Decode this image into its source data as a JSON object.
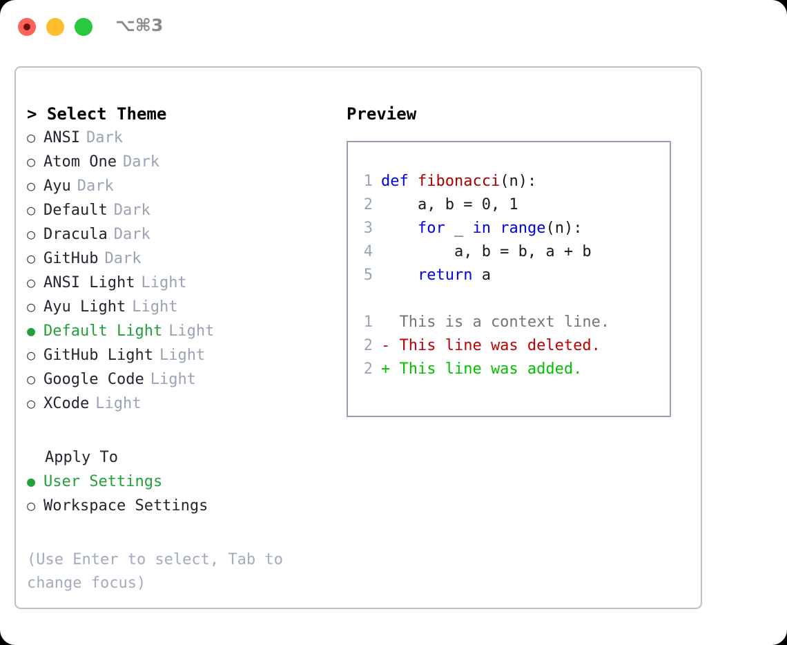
{
  "titlebar": {
    "shortcut": "⌥⌘3",
    "lights": [
      {
        "name": "close",
        "color": "#fb625a"
      },
      {
        "name": "minimize",
        "color": "#fdbd2e"
      },
      {
        "name": "maximize",
        "color": "#28c93f"
      }
    ]
  },
  "left": {
    "title": "> Select Theme",
    "themes": [
      {
        "bullet": "○",
        "name": "ANSI",
        "variant": "Dark",
        "selected": false
      },
      {
        "bullet": "○",
        "name": "Atom One",
        "variant": "Dark",
        "selected": false
      },
      {
        "bullet": "○",
        "name": "Ayu",
        "variant": "Dark",
        "selected": false
      },
      {
        "bullet": "○",
        "name": "Default",
        "variant": "Dark",
        "selected": false
      },
      {
        "bullet": "○",
        "name": "Dracula",
        "variant": "Dark",
        "selected": false
      },
      {
        "bullet": "○",
        "name": "GitHub",
        "variant": "Dark",
        "selected": false
      },
      {
        "bullet": "○",
        "name": "ANSI Light",
        "variant": "Light",
        "selected": false
      },
      {
        "bullet": "○",
        "name": "Ayu Light",
        "variant": "Light",
        "selected": false
      },
      {
        "bullet": "●",
        "name": "Default Light",
        "variant": "Light",
        "selected": true
      },
      {
        "bullet": "○",
        "name": "GitHub Light",
        "variant": "Light",
        "selected": false
      },
      {
        "bullet": "○",
        "name": "Google Code",
        "variant": "Light",
        "selected": false
      },
      {
        "bullet": "○",
        "name": "XCode",
        "variant": "Light",
        "selected": false
      }
    ],
    "apply_to_heading": "Apply To",
    "apply_to": [
      {
        "bullet": "●",
        "name": "User Settings",
        "selected": true
      },
      {
        "bullet": "○",
        "name": "Workspace Settings",
        "selected": false
      }
    ],
    "hint": "(Use Enter to select, Tab to change focus)"
  },
  "right": {
    "title": "Preview",
    "code_lines": [
      {
        "num": "1",
        "tokens": [
          {
            "t": "def ",
            "c": "kw"
          },
          {
            "t": "fibonacci",
            "c": "fn"
          },
          {
            "t": "(n):",
            "c": "pl"
          }
        ]
      },
      {
        "num": "2",
        "tokens": [
          {
            "t": "    a, b = 0, 1",
            "c": "pl"
          }
        ]
      },
      {
        "num": "3",
        "tokens": [
          {
            "t": "    ",
            "c": "pl"
          },
          {
            "t": "for",
            "c": "kw"
          },
          {
            "t": " _ ",
            "c": "pl"
          },
          {
            "t": "in range",
            "c": "kw"
          },
          {
            "t": "(n):",
            "c": "pl"
          }
        ]
      },
      {
        "num": "4",
        "tokens": [
          {
            "t": "        a, b = b, a + b",
            "c": "pl"
          }
        ]
      },
      {
        "num": "5",
        "tokens": [
          {
            "t": "    ",
            "c": "pl"
          },
          {
            "t": "return",
            "c": "kw"
          },
          {
            "t": " a",
            "c": "pl"
          }
        ]
      }
    ],
    "diff_lines": [
      {
        "num": "1",
        "marker": "  ",
        "text": "This is a context line.",
        "kind": "ctx"
      },
      {
        "num": "2",
        "marker": "- ",
        "text": "This line was deleted.",
        "kind": "del"
      },
      {
        "num": "2",
        "marker": "+ ",
        "text": "This line was added.",
        "kind": "add"
      }
    ]
  },
  "colors": {
    "accent_green": "#22a03a",
    "muted": "#9aa3b5",
    "border": "#b8c0cc",
    "preview_border": "#96a0b4",
    "keyword": "#0000ee",
    "function": "#aa0000",
    "deleted": "#c00000",
    "added": "#00c000"
  }
}
